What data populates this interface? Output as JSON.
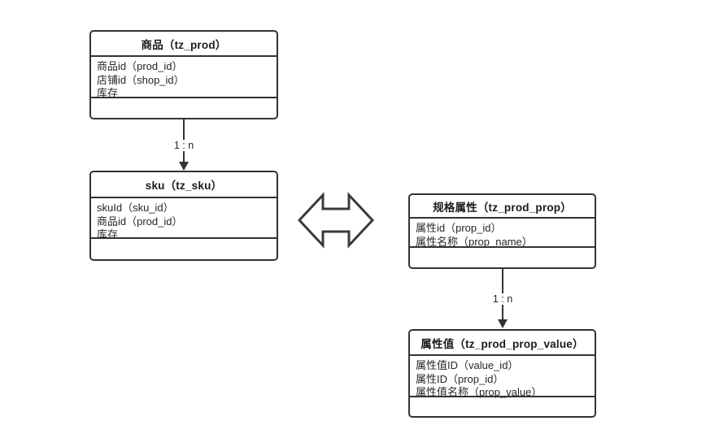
{
  "diagram": {
    "type": "er-uml-class-diagram",
    "background": "#ffffff",
    "stroke_color": "#333333",
    "text_color": "#262626"
  },
  "entities": [
    {
      "id": "tz_prod",
      "title": "商品（tz_prod）",
      "attributes": [
        "商品id（prod_id）",
        "店铺id（shop_id）",
        "库存"
      ],
      "methods": []
    },
    {
      "id": "tz_sku",
      "title": "sku（tz_sku）",
      "attributes": [
        "skuId（sku_id）",
        "商品id（prod_id）",
        "库存"
      ],
      "methods": []
    },
    {
      "id": "tz_prod_prop",
      "title": "规格属性（tz_prod_prop）",
      "attributes": [
        "属性id（prop_id）",
        "属性名称（prop_name）"
      ],
      "methods": []
    },
    {
      "id": "tz_prod_prop_value",
      "title": "属性值（tz_prod_prop_value）",
      "attributes": [
        "属性值ID（value_id）",
        "属性ID（prop_id）",
        "属性值名称（prop_value）"
      ],
      "methods": []
    }
  ],
  "connectors": [
    {
      "id": "prod-to-sku",
      "from": "tz_prod",
      "to": "tz_sku",
      "label": "1 : n",
      "arrow": "down"
    },
    {
      "id": "prop-to-propvalue",
      "from": "tz_prod_prop",
      "to": "tz_prod_prop_value",
      "label": "1 : n",
      "arrow": "down"
    }
  ],
  "symbols": [
    {
      "id": "left-right-block-arrow",
      "icon": "double-arrow-icon",
      "description": "hollow left-right double arrow between sku and 规格属性"
    }
  ]
}
